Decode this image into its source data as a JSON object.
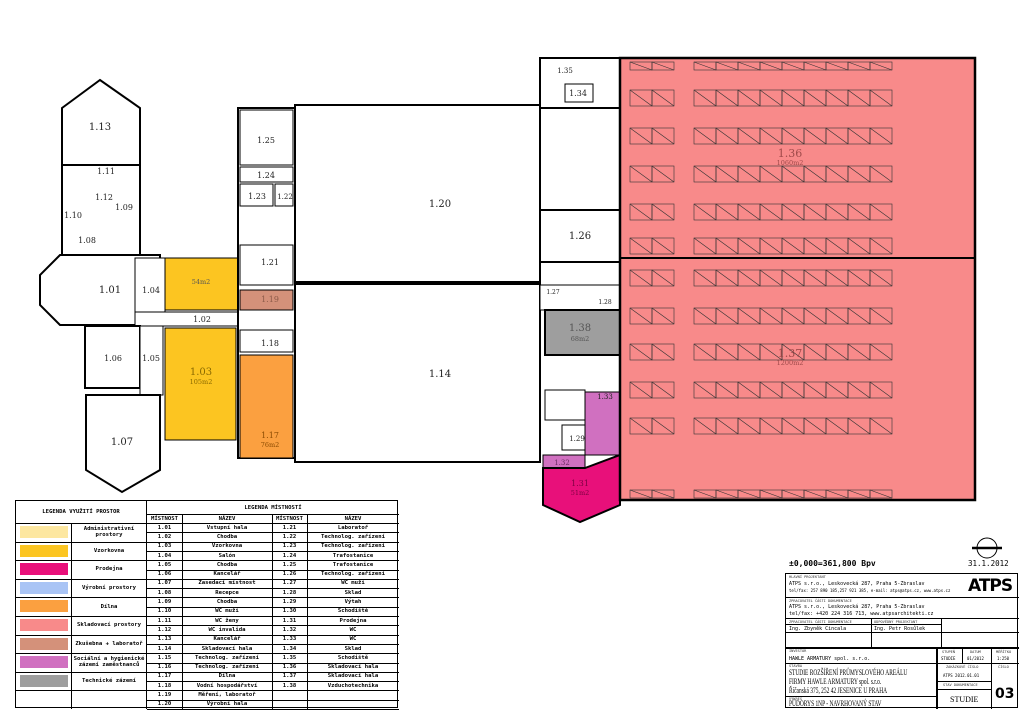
{
  "colors": {
    "administrativni": "#fde7a0",
    "vzorkovna": "#fcc521",
    "prodejna": "#e8107a",
    "vyrobni": "#a9c4f5",
    "dilna": "#fba040",
    "skladovaci": "#f88a8a",
    "zkusebna": "#d4917a",
    "socialni": "#d070c0",
    "technicke": "#9e9e9e"
  },
  "rooms": {
    "r101": "1.01",
    "r102": "1.02",
    "r103": "1.03",
    "r103_area": "105m2",
    "r104": "1.04",
    "r105": "1.05",
    "r106": "1.06",
    "r107": "1.07",
    "r108": "1.08",
    "r109": "1.09",
    "r110": "1.10",
    "r111": "1.11",
    "r112": "1.12",
    "r113": "1.13",
    "r114": "1.14",
    "r117": "1.17",
    "r117_area": "76m2",
    "r118": "1.18",
    "r119": "1.19",
    "r120": "1.20",
    "r121": "1.21",
    "r122": "1.22",
    "r123": "1.23",
    "r124": "1.24",
    "r125": "1.25",
    "r126": "1.26",
    "r127": "1.27",
    "r128": "1.28",
    "r129": "1.29",
    "r131": "1.31",
    "r131_area": "51m2",
    "r132": "1.32",
    "r133": "1.33",
    "r134": "1.34",
    "r135": "1.35",
    "r136": "1.36",
    "r136_area": "1060m2",
    "r137": "1.37",
    "r137_area": "1200m2",
    "r138": "1.38",
    "r138_area": "68m2",
    "vz_area": "54m2"
  },
  "legend_use": {
    "title": "LEGENDA VYUŽITÍ PROSTOR",
    "items": [
      {
        "label": "Administrativní prostory",
        "color": "#fde7a0"
      },
      {
        "label": "Vzorkovna",
        "color": "#fcc521"
      },
      {
        "label": "Prodejna",
        "color": "#e8107a"
      },
      {
        "label": "Výrobní prostory",
        "color": "#a9c4f5"
      },
      {
        "label": "Dílna",
        "color": "#fba040"
      },
      {
        "label": "Skladovací prostory",
        "color": "#f88a8a"
      },
      {
        "label": "Zkušebna + laboratoř",
        "color": "#d4917a"
      },
      {
        "label": "Sociální a hygienické zázemí zaměstnanců",
        "color": "#d070c0"
      },
      {
        "label": "Technické zázemí",
        "color": "#9e9e9e"
      }
    ]
  },
  "legend_rooms": {
    "title": "LEGENDA MÍSTNOSTÍ",
    "col_room": "MÍSTNOST",
    "col_name": "NÁZEV",
    "rows": [
      [
        "1.01",
        "Vstupní hala",
        "1.21",
        "Laboratoř"
      ],
      [
        "1.02",
        "Chodba",
        "1.22",
        "Technolog. zařízení"
      ],
      [
        "1.03",
        "Vzorkovna",
        "1.23",
        "Technolog. zařízení"
      ],
      [
        "1.04",
        "Salón",
        "1.24",
        "Trafostanice"
      ],
      [
        "1.05",
        "Chodba",
        "1.25",
        "Trafostanice"
      ],
      [
        "1.06",
        "Kancelář",
        "1.26",
        "Technolog. zařízení"
      ],
      [
        "1.07",
        "Zasedací místnost",
        "1.27",
        "WC muži"
      ],
      [
        "1.08",
        "Recepce",
        "1.28",
        "Sklad"
      ],
      [
        "1.09",
        "Chodba",
        "1.29",
        "Výtah"
      ],
      [
        "1.10",
        "WC muži",
        "1.30",
        "Schodiště"
      ],
      [
        "1.11",
        "WC ženy",
        "1.31",
        "Prodejna"
      ],
      [
        "1.12",
        "WC invalida",
        "1.32",
        "WC"
      ],
      [
        "1.13",
        "Kancelář",
        "1.33",
        "WC"
      ],
      [
        "1.14",
        "Skladovací hala",
        "1.34",
        "Sklad"
      ],
      [
        "1.15",
        "Technolog. zařízení",
        "1.35",
        "Schodiště"
      ],
      [
        "1.16",
        "Technolog. zařízení",
        "1.36",
        "Skladovací hala"
      ],
      [
        "1.17",
        "Dílna",
        "1.37",
        "Skladovací hala"
      ],
      [
        "1.18",
        "Vodní hospodářství",
        "1.38",
        "Vzduchotechnika"
      ],
      [
        "1.19",
        "Měření, laboratoř",
        "",
        ""
      ],
      [
        "1.20",
        "Výrobní hala",
        "",
        ""
      ]
    ]
  },
  "title_block": {
    "elevation": "±0,000=361,800 Bpv",
    "date_top": "31.1.2012",
    "h_hlavni": "HLAVNÍ PROJEKTANT",
    "hlavni_1": "ATPS s.r.o., Leskovecká 287, Praha 5-Zbraslav",
    "hlavni_2": "tel/fax: 257 890 185,257 921 385, e-mail: atps@atps.cz, www.atps.cz",
    "logo": "ATPS",
    "h_zprac": "ZPRACOVATEL ČÁSTI DOKUMENTACE",
    "zprac_1": "ATPS s.r.o., Leskovecká 287, Praha 5-Zbraslav",
    "zprac_2": "tel/fax: +420 224 316 713, www.atpsarchitekti.cz",
    "h_zprac2": "ZPRACOVATEL ČÁSTI DOKUMENTACE",
    "h_odpov": "ODPOVĚDNÝ PROJEKTANT",
    "name_1": "Ing. Zbyněk Cincala",
    "name_2": "Ing. Petr Rosůlek",
    "h_investor": "INVESTOR",
    "investor": "HAWLE ARMATURY spol. s.r.o.",
    "h_stavba": "STAVBA",
    "stavba_1": "STUDIE ROZŠÍŘENÍ PRŮMYSLOVÉHO AREÁLU",
    "stavba_2": "FIRMY HAWLE ARMATURY spol. s.r.o.",
    "stavba_3": "Říčanská 375, 252 42 JESENICE U PRAHA",
    "h_vykres": "VÝKRES",
    "vykres": "PŮDORYS 1NP - NAVRHOVANÝ STAV",
    "h_stupen": "STUPEŇ",
    "stupen": "STUDIE",
    "h_datum": "DATUM",
    "datum": "01/2012",
    "h_meritko": "MĚŘÍTKO",
    "meritko": "1:250",
    "h_zakazka": "ZAKÁZKOVÉ ČÍSLO",
    "zakazka": "ATPS 2012.01.01",
    "h_cislo": "ČÍSLO",
    "cislo": "03",
    "h_stav": "STAV DOKUMENTACE",
    "stav": "STUDIE"
  }
}
